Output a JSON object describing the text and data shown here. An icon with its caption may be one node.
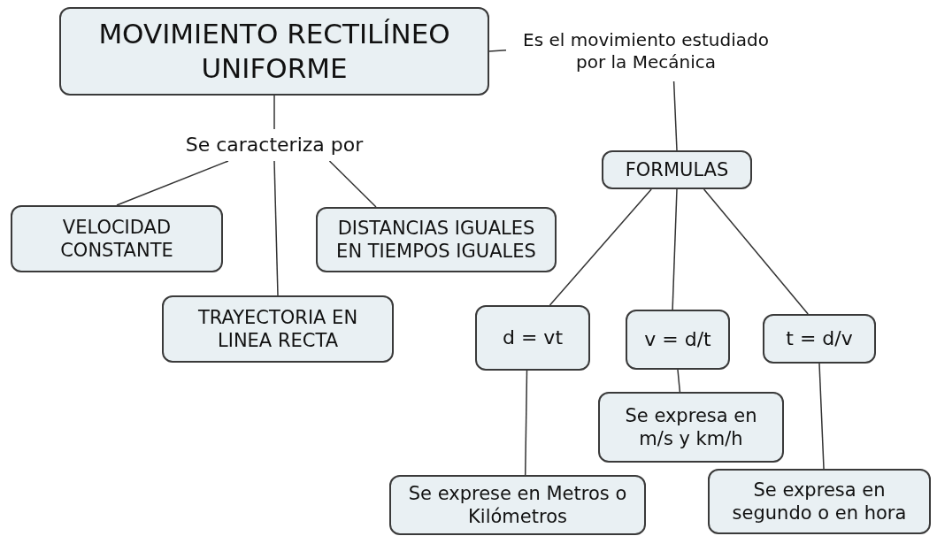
{
  "diagram": {
    "nodes": [
      {
        "text": [
          "MOVIMIENTO RECTILÍNEO UNIFORME"
        ]
      },
      {
        "text": [
          "Se caracteriza por"
        ]
      },
      {
        "text": [
          "VELOCIDAD CONSTANTE"
        ]
      },
      {
        "text": [
          "TRAYECTORIA EN LINEA RECTA"
        ]
      },
      {
        "text": [
          "DISTANCIAS IGUALES EN TIEMPOS IGUALES"
        ]
      },
      {
        "text": [
          "Es el movimiento estudiado por la Mecánica"
        ]
      },
      {
        "text": [
          "FORMULAS"
        ]
      },
      {
        "text": [
          "d = vt"
        ]
      },
      {
        "text": [
          "v = d/t"
        ]
      },
      {
        "text": [
          "t = d/v"
        ]
      },
      {
        "text": [
          "Se expresa en m/s y km/h"
        ]
      },
      {
        "text": [
          "Se exprese en Metros o Kilómetros"
        ]
      },
      {
        "text": [
          "Se expresa en segundo o en hora"
        ]
      }
    ],
    "edges": [
      {
        "from": 0,
        "to": 1,
        "arrow": "none"
      },
      {
        "from": 1,
        "to": 2,
        "arrow": "none"
      },
      {
        "from": 1,
        "to": 3,
        "arrow": "none"
      },
      {
        "from": 1,
        "to": 4,
        "arrow": "none"
      },
      {
        "from": 0,
        "to": 5,
        "arrow": "none"
      },
      {
        "from": 5,
        "to": 6,
        "arrow": "none"
      },
      {
        "from": 6,
        "to": 7,
        "arrow": "none"
      },
      {
        "from": 6,
        "to": 8,
        "arrow": "none"
      },
      {
        "from": 6,
        "to": 9,
        "arrow": "none"
      },
      {
        "from": 7,
        "to": 11,
        "arrow": "none"
      },
      {
        "from": 8,
        "to": 10,
        "arrow": "none"
      },
      {
        "from": 9,
        "to": 12,
        "arrow": "none"
      }
    ]
  }
}
